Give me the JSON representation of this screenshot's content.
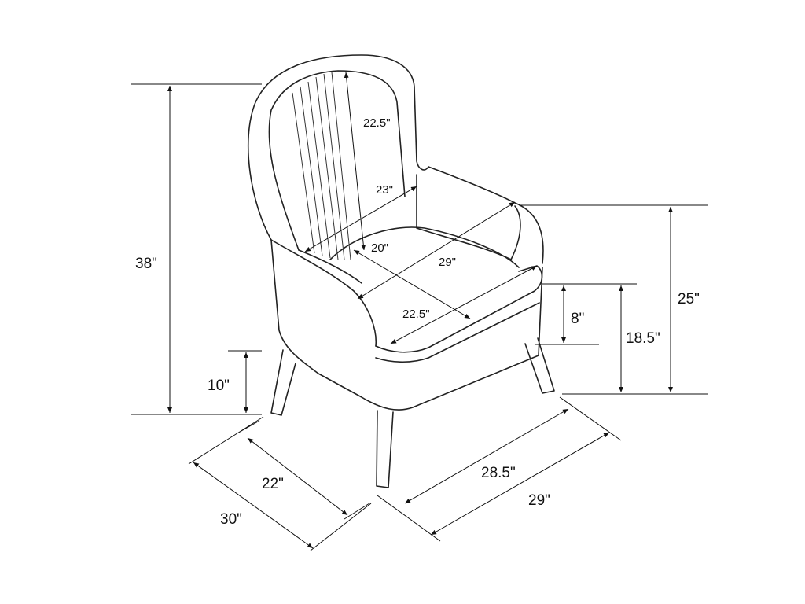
{
  "title": "Chair dimensions",
  "dimensions": {
    "backrest_height": "22.5\"",
    "back_width": "23\"",
    "seat_depth": "20\"",
    "inner_width": "29\"",
    "seat_width": "22.5\"",
    "overall_height": "38\"",
    "leg_height": "10\"",
    "cushion_height": "8\"",
    "seat_height": "18.5\"",
    "arm_height": "25\"",
    "leg_depth": "22\"",
    "overall_depth": "30\"",
    "leg_width": "28.5\"",
    "overall_width": "29\""
  }
}
